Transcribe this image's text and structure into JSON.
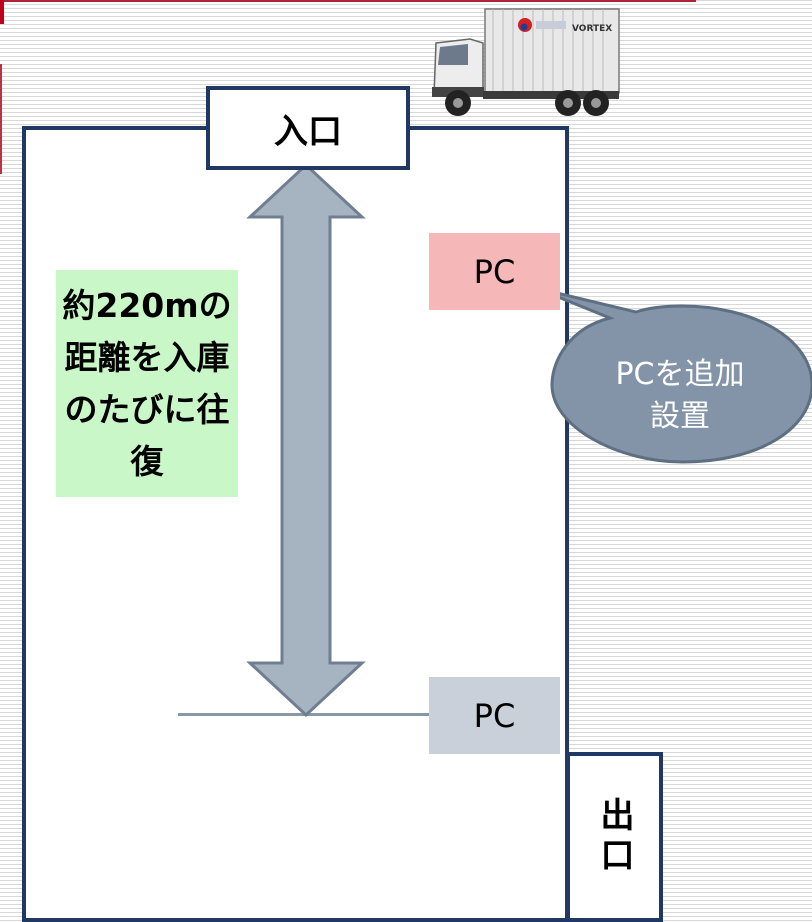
{
  "diagram": {
    "entrance_label": "入口",
    "exit_label": "出口",
    "pc_new_label": "PC",
    "pc_existing_label": "PC",
    "note_text": "約220mの距離を入庫のたびに往復",
    "callout_text": "PCを追加設置",
    "truck_brand": "VORTEX"
  }
}
